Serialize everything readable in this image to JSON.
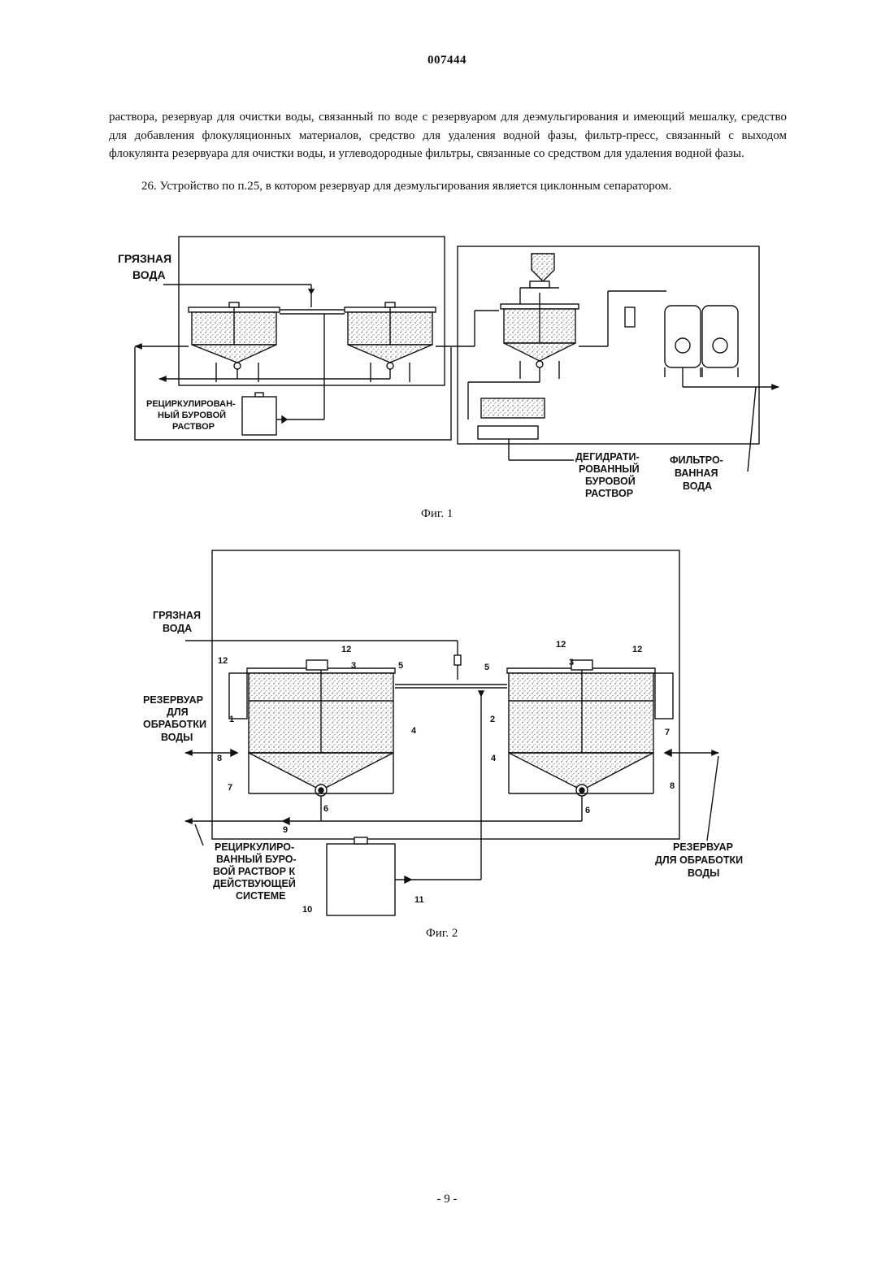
{
  "header": {
    "doc_number": "007444"
  },
  "body": {
    "paragraph_1": "раствора, резервуар для очистки воды, связанный по воде с резервуаром для деэмульгирования и имеющий мешалку, средство для добавления флокуляционных материалов, средство для удаления водной фазы, фильтр-пресс, связанный с выходом флокулянта резервуара для очистки воды, и углеводородные фильтры, связанные со средством для удаления водной фазы.",
    "paragraph_2": "26. Устройство по п.25, в котором резервуар для деэмульгирования является циклонным сепаратором."
  },
  "fig1": {
    "dirty_water": [
      "ГРЯЗНАЯ",
      "ВОДА"
    ],
    "recirculated_mud": [
      "РЕЦИРКУЛИРОВАН-",
      "НЫЙ БУРОВОЙ",
      "РАСТВОР"
    ],
    "dehydrated_mud": [
      "ДЕГИДРАТИ-",
      "РОВАННЫЙ",
      "БУРОВОЙ",
      "РАСТВОР"
    ],
    "filtered_water": [
      "ФИЛЬТРО-",
      "ВАННАЯ",
      "ВОДА"
    ],
    "caption": "Фиг. 1"
  },
  "fig2": {
    "dirty_water": [
      "ГРЯЗНАЯ",
      "ВОДА"
    ],
    "treatment_tank_left": [
      "РЕЗЕРВУАР",
      "ДЛЯ",
      "ОБРАБОТКИ",
      "ВОДЫ"
    ],
    "recirculated_mud": [
      "РЕЦИРКУЛИРО-",
      "ВАННЫЙ БУРО-",
      "ВОЙ РАСТВОР К",
      "ДЕЙСТВУЮЩЕЙ",
      "СИСТЕМЕ"
    ],
    "treatment_tank_right": [
      "РЕЗЕРВУАР",
      "ДЛЯ ОБРАБОТКИ",
      "ВОДЫ"
    ],
    "ref_numbers": {
      "n1": "1",
      "n2": "2",
      "n3": "3",
      "n4": "4",
      "n5": "5",
      "n6": "6",
      "n7": "7",
      "n8": "8",
      "n9": "9",
      "n10": "10",
      "n11": "11",
      "n12": "12"
    },
    "caption": "Фиг. 2"
  },
  "footer": {
    "page_number": "- 9 -"
  }
}
